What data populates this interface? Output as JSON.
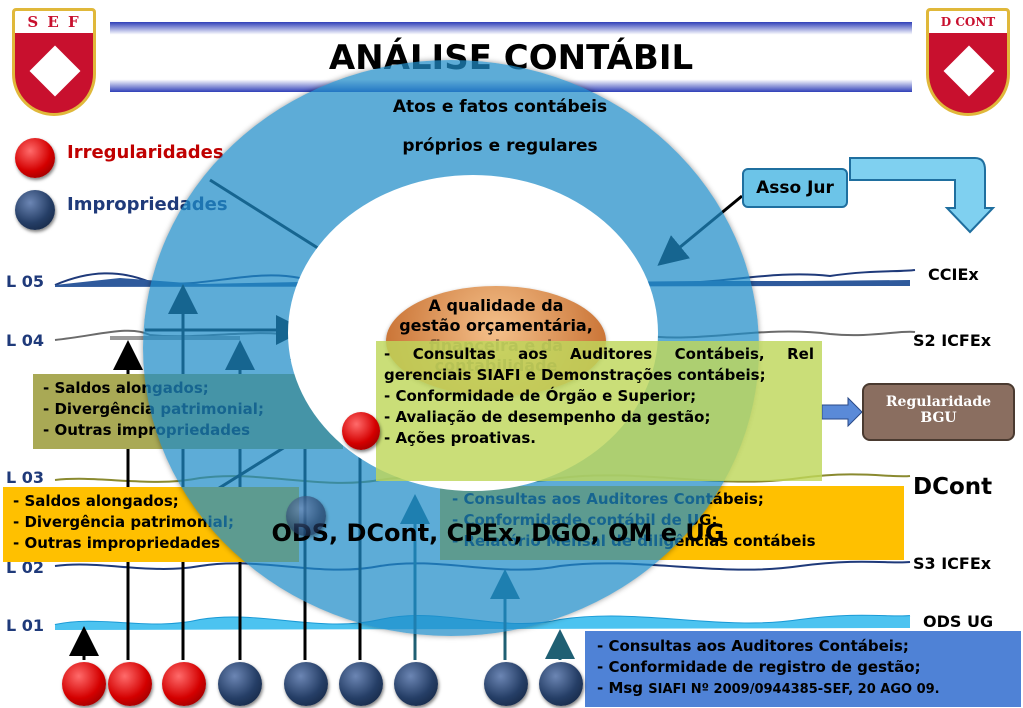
{
  "title": "ANÁLISE CONTÁBIL",
  "logos": {
    "left": "S E F",
    "right": "D CONT"
  },
  "legend": {
    "irregularities": "Irregularidades",
    "improprieties": "Impropriedades"
  },
  "ring": {
    "top_line1": "Atos e fatos contábeis",
    "top_line2": "próprios e regulares",
    "bottom": "ODS, DCont, CPEx, DGO, OM e UG"
  },
  "center": {
    "line1": "A qualidade da",
    "line2": "gestão orçamentária,",
    "line3": "financeira e da",
    "line4": "contabilidade"
  },
  "asso_jur": "Asso Jur",
  "regularidade": {
    "line1": "Regularidade",
    "line2": "BGU"
  },
  "levels": [
    "L 05",
    "L 04",
    "L 03",
    "L 02",
    "L 01"
  ],
  "right_labels": {
    "l05": "CCIEx",
    "l04": "S2 ICFEx",
    "l03": "DCont",
    "l02": "S3 ICFEx",
    "l01": "ODS UG"
  },
  "boxes": {
    "olive_left": [
      "- Saldos alongados;",
      "- Divergência patrimonial;",
      "- Outras impropriedades"
    ],
    "yellow_left": [
      "- Saldos alongados;",
      "- Divergência patrimonial;",
      "- Outras impropriedades"
    ],
    "center_green": [
      "- Consultas aos Auditores Contábeis, Rel gerenciais SIAFI e Demonstrações contábeis;",
      "- Conformidade de Órgão e Superior;",
      "- Avaliação de desempenho da gestão;",
      "- Ações proativas."
    ],
    "yellow_right": [
      "- Consultas aos Auditores Contábeis;",
      "- Conformidade contábil de UG;",
      "- Relatório Mensal de diligências contábeis"
    ],
    "blue_bottom": [
      "- Consultas aos Auditores Contábeis;",
      "- Conformidade de registro de gestão;"
    ],
    "blue_bottom_msg_prefix": "- Msg",
    "blue_bottom_msg_rest": "SIAFI Nº 2009/0944385-SEF, 20 AGO 09."
  },
  "colors": {
    "red": "#d40000",
    "navy": "#253e66",
    "ring": "#1e8cc8",
    "title_bar": "#2f3fb8"
  }
}
